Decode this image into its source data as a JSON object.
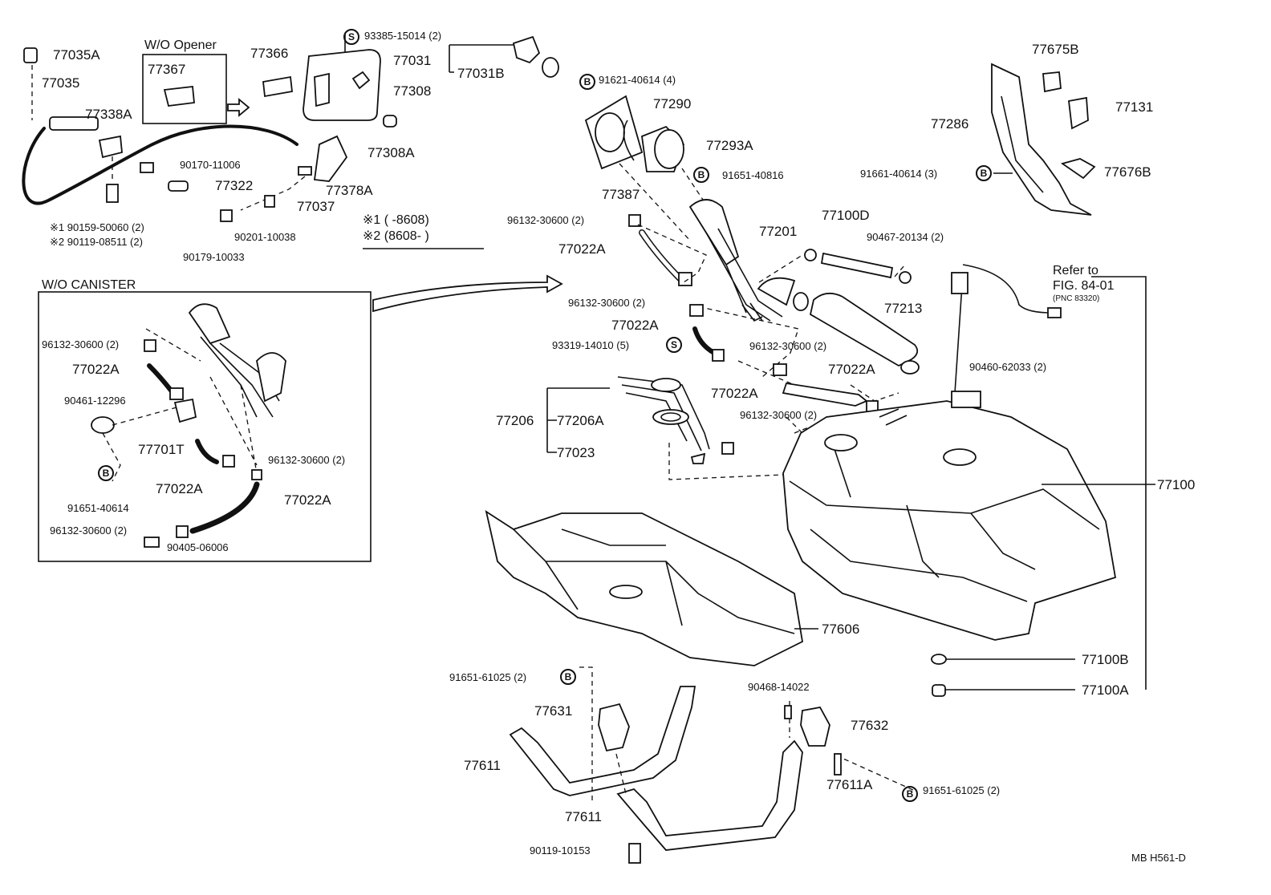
{
  "labels": {
    "p77035A": "77035A",
    "p77035": "77035",
    "wo_opener": "W/O Opener",
    "p77367": "77367",
    "p77366": "77366",
    "p77338A": "77338A",
    "p90170": "90170-11006",
    "p77322": "77322",
    "n1": "※1 90159-50060 (2)",
    "n2": "※2 90119-08511 (2)",
    "p90201": "90201-10038",
    "p90179": "90179-10033",
    "p77037": "77037",
    "p77378A": "77378A",
    "p93385": "93385-15014 (2)",
    "p77031": "77031",
    "p77031B": "77031B",
    "p77308": "77308",
    "p77308A": "77308A",
    "leg1": "※1 (       -8608)",
    "leg2": "※2 (8608-       )",
    "p91621": "91621-40614 (4)",
    "p77290": "77290",
    "p77293A": "77293A",
    "p77387": "77387",
    "p91651_40816": "91651-40816",
    "p96132_a": "96132-30600 (2)",
    "p77201": "77201",
    "p77022A_a": "77022A",
    "p77100D": "77100D",
    "p90467": "90467-20134 (2)",
    "p77675B": "77675B",
    "p77131": "77131",
    "p77286": "77286",
    "p91661": "91661-40614 (3)",
    "p77676B": "77676B",
    "refer1": "Refer to",
    "refer2": "FIG. 84-01",
    "refer3": "(PNC 83320)",
    "wo_canister": "W/O CANISTER",
    "c96132_a": "96132-30600 (2)",
    "c77022A_a": "77022A",
    "c90461": "90461-12296",
    "c77701T": "77701T",
    "c96132_b": "96132-30600 (2)",
    "c77022A_b": "77022A",
    "c91651": "91651-40614",
    "c77022A_c": "77022A",
    "c96132_c": "96132-30600 (2)",
    "c90405": "90405-06006",
    "p96132_b": "96132-30600 (2)",
    "p77022A_b": "77022A",
    "p93319": "93319-14010 (5)",
    "p77213": "77213",
    "p96132_c": "96132-30600 (2)",
    "p90460": "90460-62033 (2)",
    "p77022A_c": "77022A",
    "p77022A_d": "77022A",
    "p96132_d": "96132-30600 (2)",
    "p77206": "77206",
    "p77206A": "77206A",
    "p77023": "77023",
    "p77100": "77100",
    "p77606": "77606",
    "p77100B": "77100B",
    "p77100A": "77100A",
    "p91651_61025_a": "91651-61025 (2)",
    "p90468": "90468-14022",
    "p77631": "77631",
    "p77632": "77632",
    "p77611_a": "77611",
    "p77611A": "77611A",
    "p91651_61025_b": "91651-61025 (2)",
    "p77611_b": "77611",
    "p90119": "90119-10153",
    "footer": "MB  H561-D"
  },
  "symbols": {
    "s": "S",
    "b": "B"
  }
}
